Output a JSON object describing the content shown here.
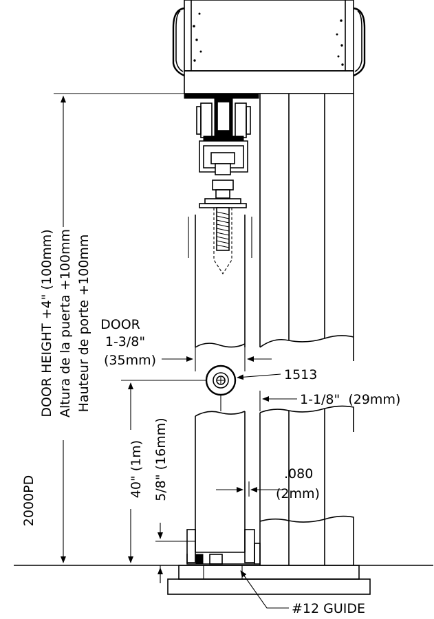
{
  "labels": {
    "model": "2000PD",
    "door_height_en": "DOOR HEIGHT +4\" (100mm)",
    "door_height_es": "Altura de la puerta +100mm",
    "door_height_fr": "Hauteur de porte +100mm",
    "door_word": "DOOR",
    "door_thickness_in": "1-3/8\"",
    "door_thickness_mm": "(35mm)",
    "part_1513": "1513",
    "gap_1_1_8": "1-1/8\"  (29mm)",
    "height_40": "40\"  (1m)",
    "dim_5_8": "5/8\"  (16mm)",
    "dim_080": ".080",
    "dim_080_mm": "(2mm)",
    "guide": "#12 GUIDE"
  }
}
